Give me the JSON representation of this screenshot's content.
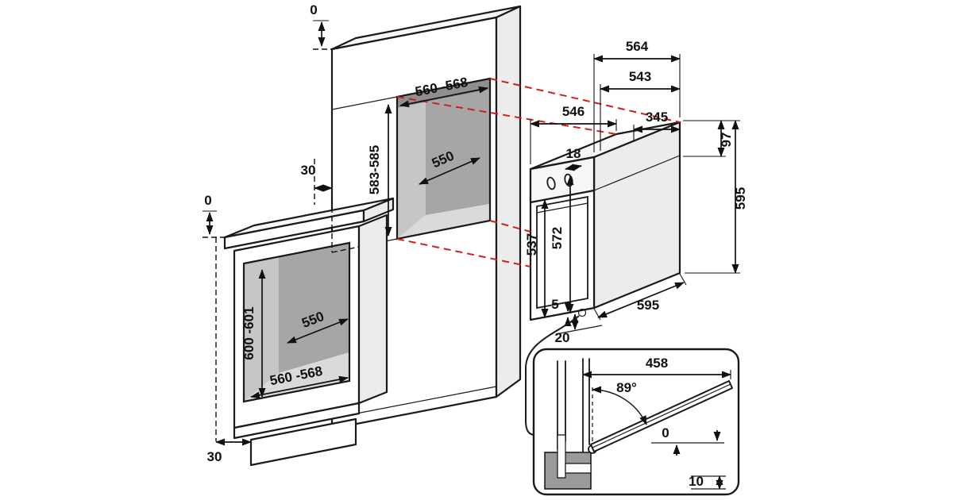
{
  "title": "built-in-oven-installation-dimensions-diagram",
  "colors": {
    "line": "#1a1a1a",
    "projection_red": "#d01f1f",
    "niche_back": "#a6a6a6",
    "niche_side": "#c6c6c6",
    "niche_floor": "#dadada",
    "niche_top": "#8f8f8f"
  },
  "base_cabinet": {
    "top_clearance": "0",
    "niche_depth": "550",
    "niche_height": "600 -601",
    "niche_width": "560 -568",
    "plinth_recess": "30"
  },
  "tall_cabinet": {
    "top_clearance": "0",
    "niche_width": "560 -568",
    "niche_height": "583-585",
    "niche_depth": "550",
    "rear_gap": "30"
  },
  "oven": {
    "depth_total": "564",
    "depth_body": "543",
    "depth_side": "546",
    "top_rear": "345",
    "front_lip": "18",
    "panel_height": "97",
    "height": "595",
    "front_height_a": "537",
    "front_height_b": "572",
    "width": "595",
    "door_gap": "5",
    "base_clearance": "20"
  },
  "door_detail": {
    "open_depth": "458",
    "open_angle": "89°",
    "level": "0",
    "floor_gap": "10"
  }
}
